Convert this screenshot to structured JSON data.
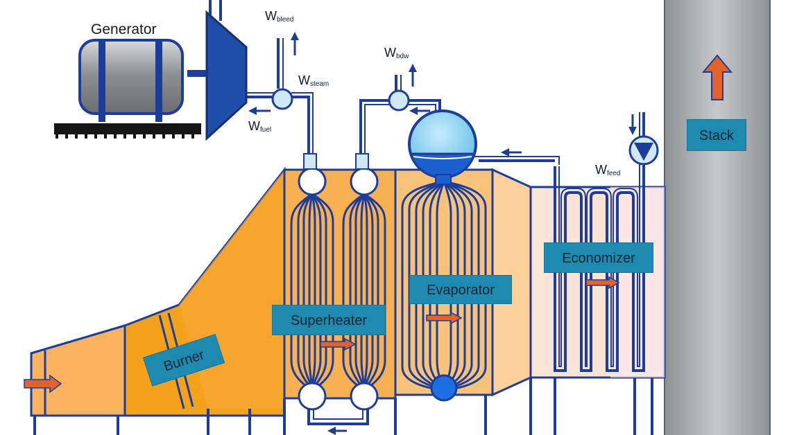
{
  "generator": {
    "label": "Generator"
  },
  "components": {
    "burner": "Burner",
    "superheater": "Superheater",
    "evaporator": "Evaporator",
    "economizer": "Economizer",
    "stack": "Stack"
  },
  "flows": {
    "w_bleed": {
      "symbol": "W",
      "sub": "bleed"
    },
    "w_steam": {
      "symbol": "W",
      "sub": "steam"
    },
    "w_fuel": {
      "symbol": "W",
      "sub": "fuel"
    },
    "w_blowdown": {
      "symbol": "W",
      "sub": "bdw"
    },
    "w_feed": {
      "symbol": "W",
      "sub": "feed"
    }
  },
  "colors": {
    "pipe": "#1c3e9a",
    "gas_dark": "#f4a21c",
    "gas_mid": "#f9c27a",
    "gas_light": "#fbe3c9",
    "gas_faint": "#f8e8f0",
    "label_box": "#1f8ab0",
    "flow_arrow": "#e2632a",
    "stack": "#a9acaf"
  }
}
